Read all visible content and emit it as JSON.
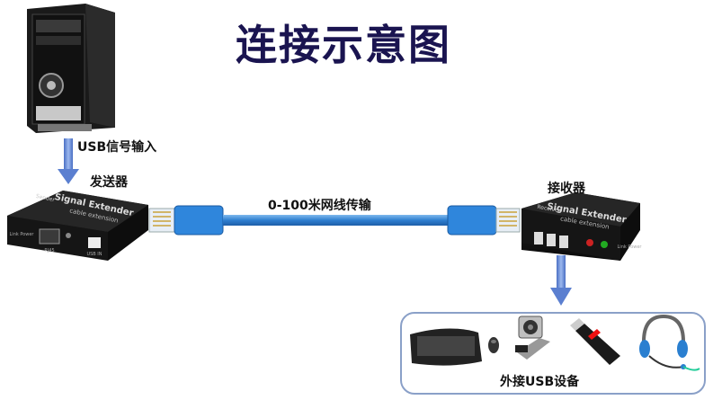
{
  "title": "连接示意图",
  "labels": {
    "usb_input": "USB信号输入",
    "sender": "发送器",
    "transmission": "0-100米网线传输",
    "receiver": "接收器",
    "peripherals": "外接USB设备"
  },
  "devices": {
    "transmitter_brand": "Signal Extender",
    "transmitter_sub": "cable extension",
    "transmitter_tag": "Sender",
    "transmitter_port1": "RJ45",
    "transmitter_port2": "USB IN",
    "transmitter_led": "Link Power",
    "receiver_brand": "Signal Extender",
    "receiver_sub": "cable extension",
    "receiver_tag": "Receiver",
    "receiver_led": "Link Power"
  },
  "colors": {
    "title": "#1a1450",
    "arrow": "#6b8fd6",
    "cable": "#3d8fd8",
    "panel_border": "#8aa0c8"
  }
}
